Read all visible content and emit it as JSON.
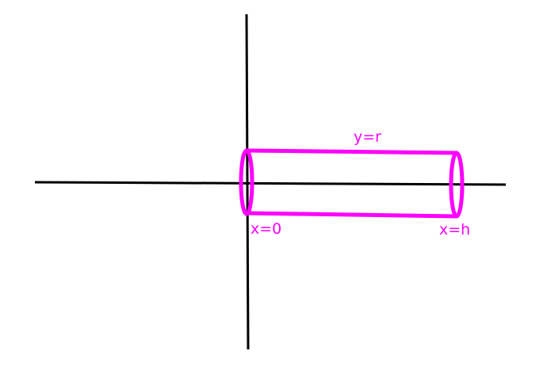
{
  "colors": {
    "axis": "#000000",
    "shape": "#ff00ff",
    "background": "#ffffff"
  },
  "labels": {
    "top_edge": "y=r",
    "left_end": "x=0",
    "right_end": "x=h"
  }
}
